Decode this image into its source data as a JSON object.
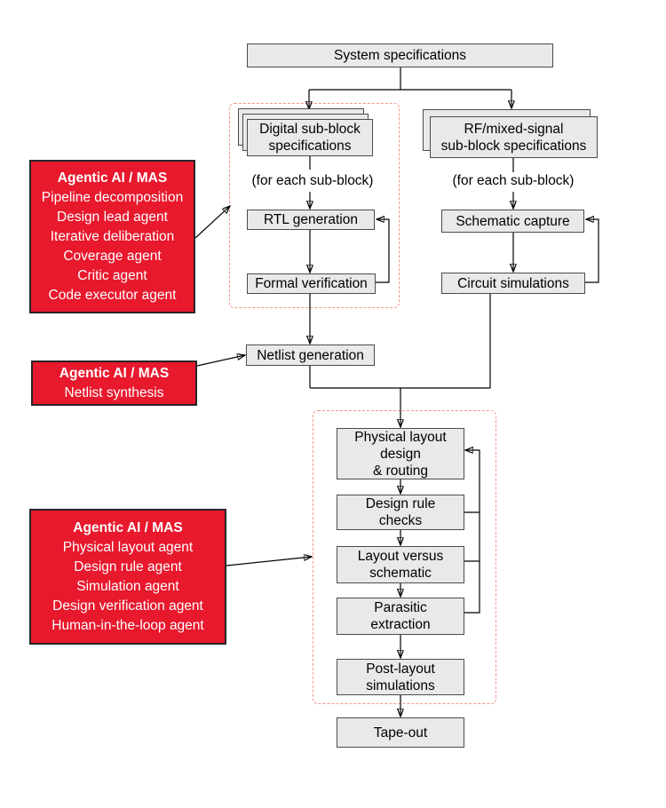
{
  "colors": {
    "agent_box": "#e8182d",
    "agent_border": "#262626",
    "agent_text": "#ffffff",
    "node_fill": "#e9e9e9",
    "node_border": "#4b4b4b",
    "node_text": "#000000",
    "group_outline": "#f4968c",
    "connector": "#000000",
    "background": "#ffffff"
  },
  "nodes": {
    "system_spec": {
      "label": "System specifications"
    },
    "digital_spec": {
      "label": "Digital sub-block\nspecifications"
    },
    "rf_spec": {
      "label": "RF/mixed-signal\nsub-block specifications"
    },
    "for_each_digital": {
      "label": "(for each sub-block)"
    },
    "for_each_rf": {
      "label": "(for each sub-block)"
    },
    "rtl_generation": {
      "label": "RTL generation"
    },
    "formal_verification": {
      "label": "Formal verification"
    },
    "schematic_capture": {
      "label": "Schematic capture"
    },
    "circuit_simulations": {
      "label": "Circuit simulations"
    },
    "netlist_generation": {
      "label": "Netlist generation"
    },
    "physical_layout": {
      "label": "Physical layout\ndesign\n& routing"
    },
    "design_rule_checks": {
      "label": "Design rule\nchecks"
    },
    "layout_vs_schematic": {
      "label": "Layout versus\nschematic"
    },
    "parasitic_extraction": {
      "label": "Parasitic\nextraction"
    },
    "post_layout_simulations": {
      "label": "Post-layout\nsimulations"
    },
    "tape_out": {
      "label": "Tape-out"
    }
  },
  "agent_boxes": [
    {
      "title": "Agentic AI / MAS",
      "lines": [
        "Pipeline decomposition",
        "Design lead agent",
        "Iterative deliberation",
        "Coverage agent",
        "Critic agent",
        "Code executor agent"
      ]
    },
    {
      "title": "Agentic AI / MAS",
      "lines": [
        "Netlist synthesis"
      ]
    },
    {
      "title": "Agentic AI / MAS",
      "lines": [
        "Physical layout agent",
        "Design rule agent",
        "Simulation agent",
        "Design verification agent",
        "Human-in-the-loop agent"
      ]
    }
  ]
}
